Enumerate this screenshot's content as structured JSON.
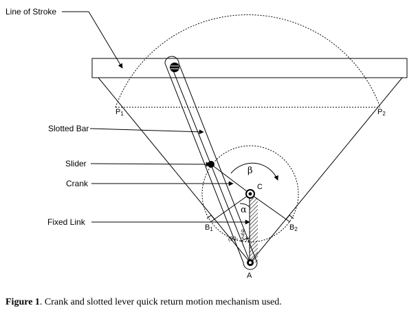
{
  "labels": {
    "line_of_stroke": "Line of Stroke",
    "slotted_bar": "Slotted Bar",
    "slider": "Slider",
    "crank": "Crank",
    "fixed_link": "Fixed Link"
  },
  "points": {
    "p1": "P",
    "p1_sub": "1",
    "p2": "P",
    "p2_sub": "2",
    "b1": "B",
    "b1_sub": "1",
    "b2": "B",
    "b2_sub": "2",
    "c": "C",
    "a": "A"
  },
  "angles": {
    "beta": "β",
    "alpha": "α",
    "half_alpha_text": "(90-",
    "half_alpha_frac_num": "α",
    "half_alpha_frac_den": "2",
    "half_alpha_close": ")"
  },
  "caption": {
    "figure_label": "Figure 1",
    "text": ". Crank and slotted lever quick return motion mechanism used."
  }
}
